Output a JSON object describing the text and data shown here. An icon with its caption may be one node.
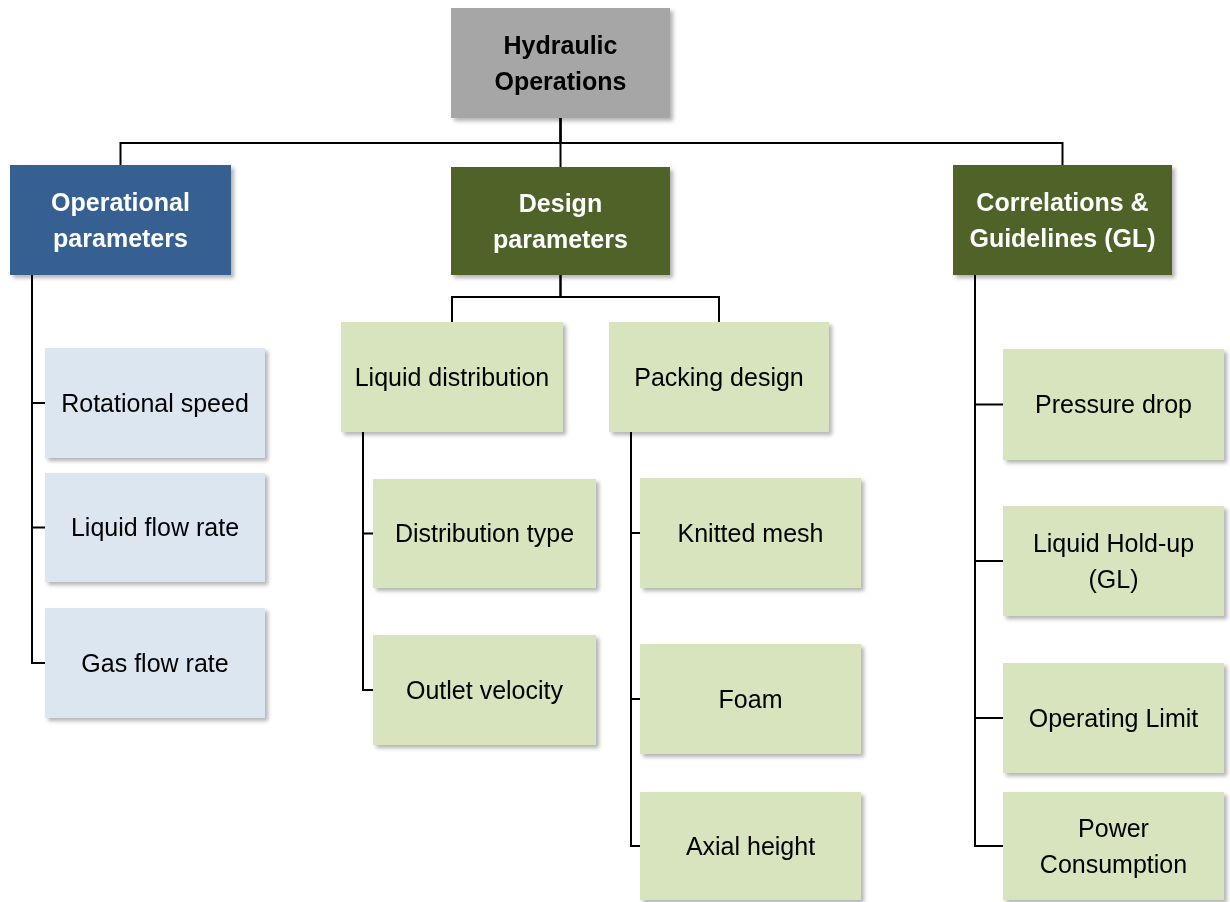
{
  "diagram": {
    "nodes": [
      {
        "text": [
          "Hydraulic Operations"
        ]
      },
      {
        "text": [
          "Operational parameters"
        ]
      },
      {
        "text": [
          "Design parameters"
        ]
      },
      {
        "text": [
          "Correlations & Guidelines (GL)"
        ]
      },
      {
        "text": [
          "Rotational speed"
        ]
      },
      {
        "text": [
          "Liquid flow rate"
        ]
      },
      {
        "text": [
          "Gas flow rate"
        ]
      },
      {
        "text": [
          "Liquid distribution"
        ]
      },
      {
        "text": [
          "Packing design"
        ]
      },
      {
        "text": [
          "Distribution type"
        ]
      },
      {
        "text": [
          "Outlet velocity"
        ]
      },
      {
        "text": [
          "Knitted mesh"
        ]
      },
      {
        "text": [
          "Foam"
        ]
      },
      {
        "text": [
          "Axial height"
        ]
      },
      {
        "text": [
          "Pressure drop"
        ]
      },
      {
        "text": [
          "Liquid Hold-up (GL)"
        ]
      },
      {
        "text": [
          "Operating Limit"
        ]
      },
      {
        "text": [
          "Power Consumption"
        ]
      }
    ],
    "edges": [
      {
        "from": 0,
        "to": 1,
        "arrow": "none"
      },
      {
        "from": 0,
        "to": 2,
        "arrow": "none"
      },
      {
        "from": 0,
        "to": 3,
        "arrow": "none"
      },
      {
        "from": 1,
        "to": 4,
        "arrow": "none"
      },
      {
        "from": 1,
        "to": 5,
        "arrow": "none"
      },
      {
        "from": 1,
        "to": 6,
        "arrow": "none"
      },
      {
        "from": 2,
        "to": 7,
        "arrow": "none"
      },
      {
        "from": 2,
        "to": 8,
        "arrow": "none"
      },
      {
        "from": 7,
        "to": 9,
        "arrow": "none"
      },
      {
        "from": 7,
        "to": 10,
        "arrow": "none"
      },
      {
        "from": 8,
        "to": 11,
        "arrow": "none"
      },
      {
        "from": 8,
        "to": 12,
        "arrow": "none"
      },
      {
        "from": 8,
        "to": 13,
        "arrow": "none"
      },
      {
        "from": 3,
        "to": 14,
        "arrow": "none"
      },
      {
        "from": 3,
        "to": 15,
        "arrow": "none"
      },
      {
        "from": 3,
        "to": 16,
        "arrow": "none"
      },
      {
        "from": 3,
        "to": 17,
        "arrow": "none"
      }
    ]
  }
}
